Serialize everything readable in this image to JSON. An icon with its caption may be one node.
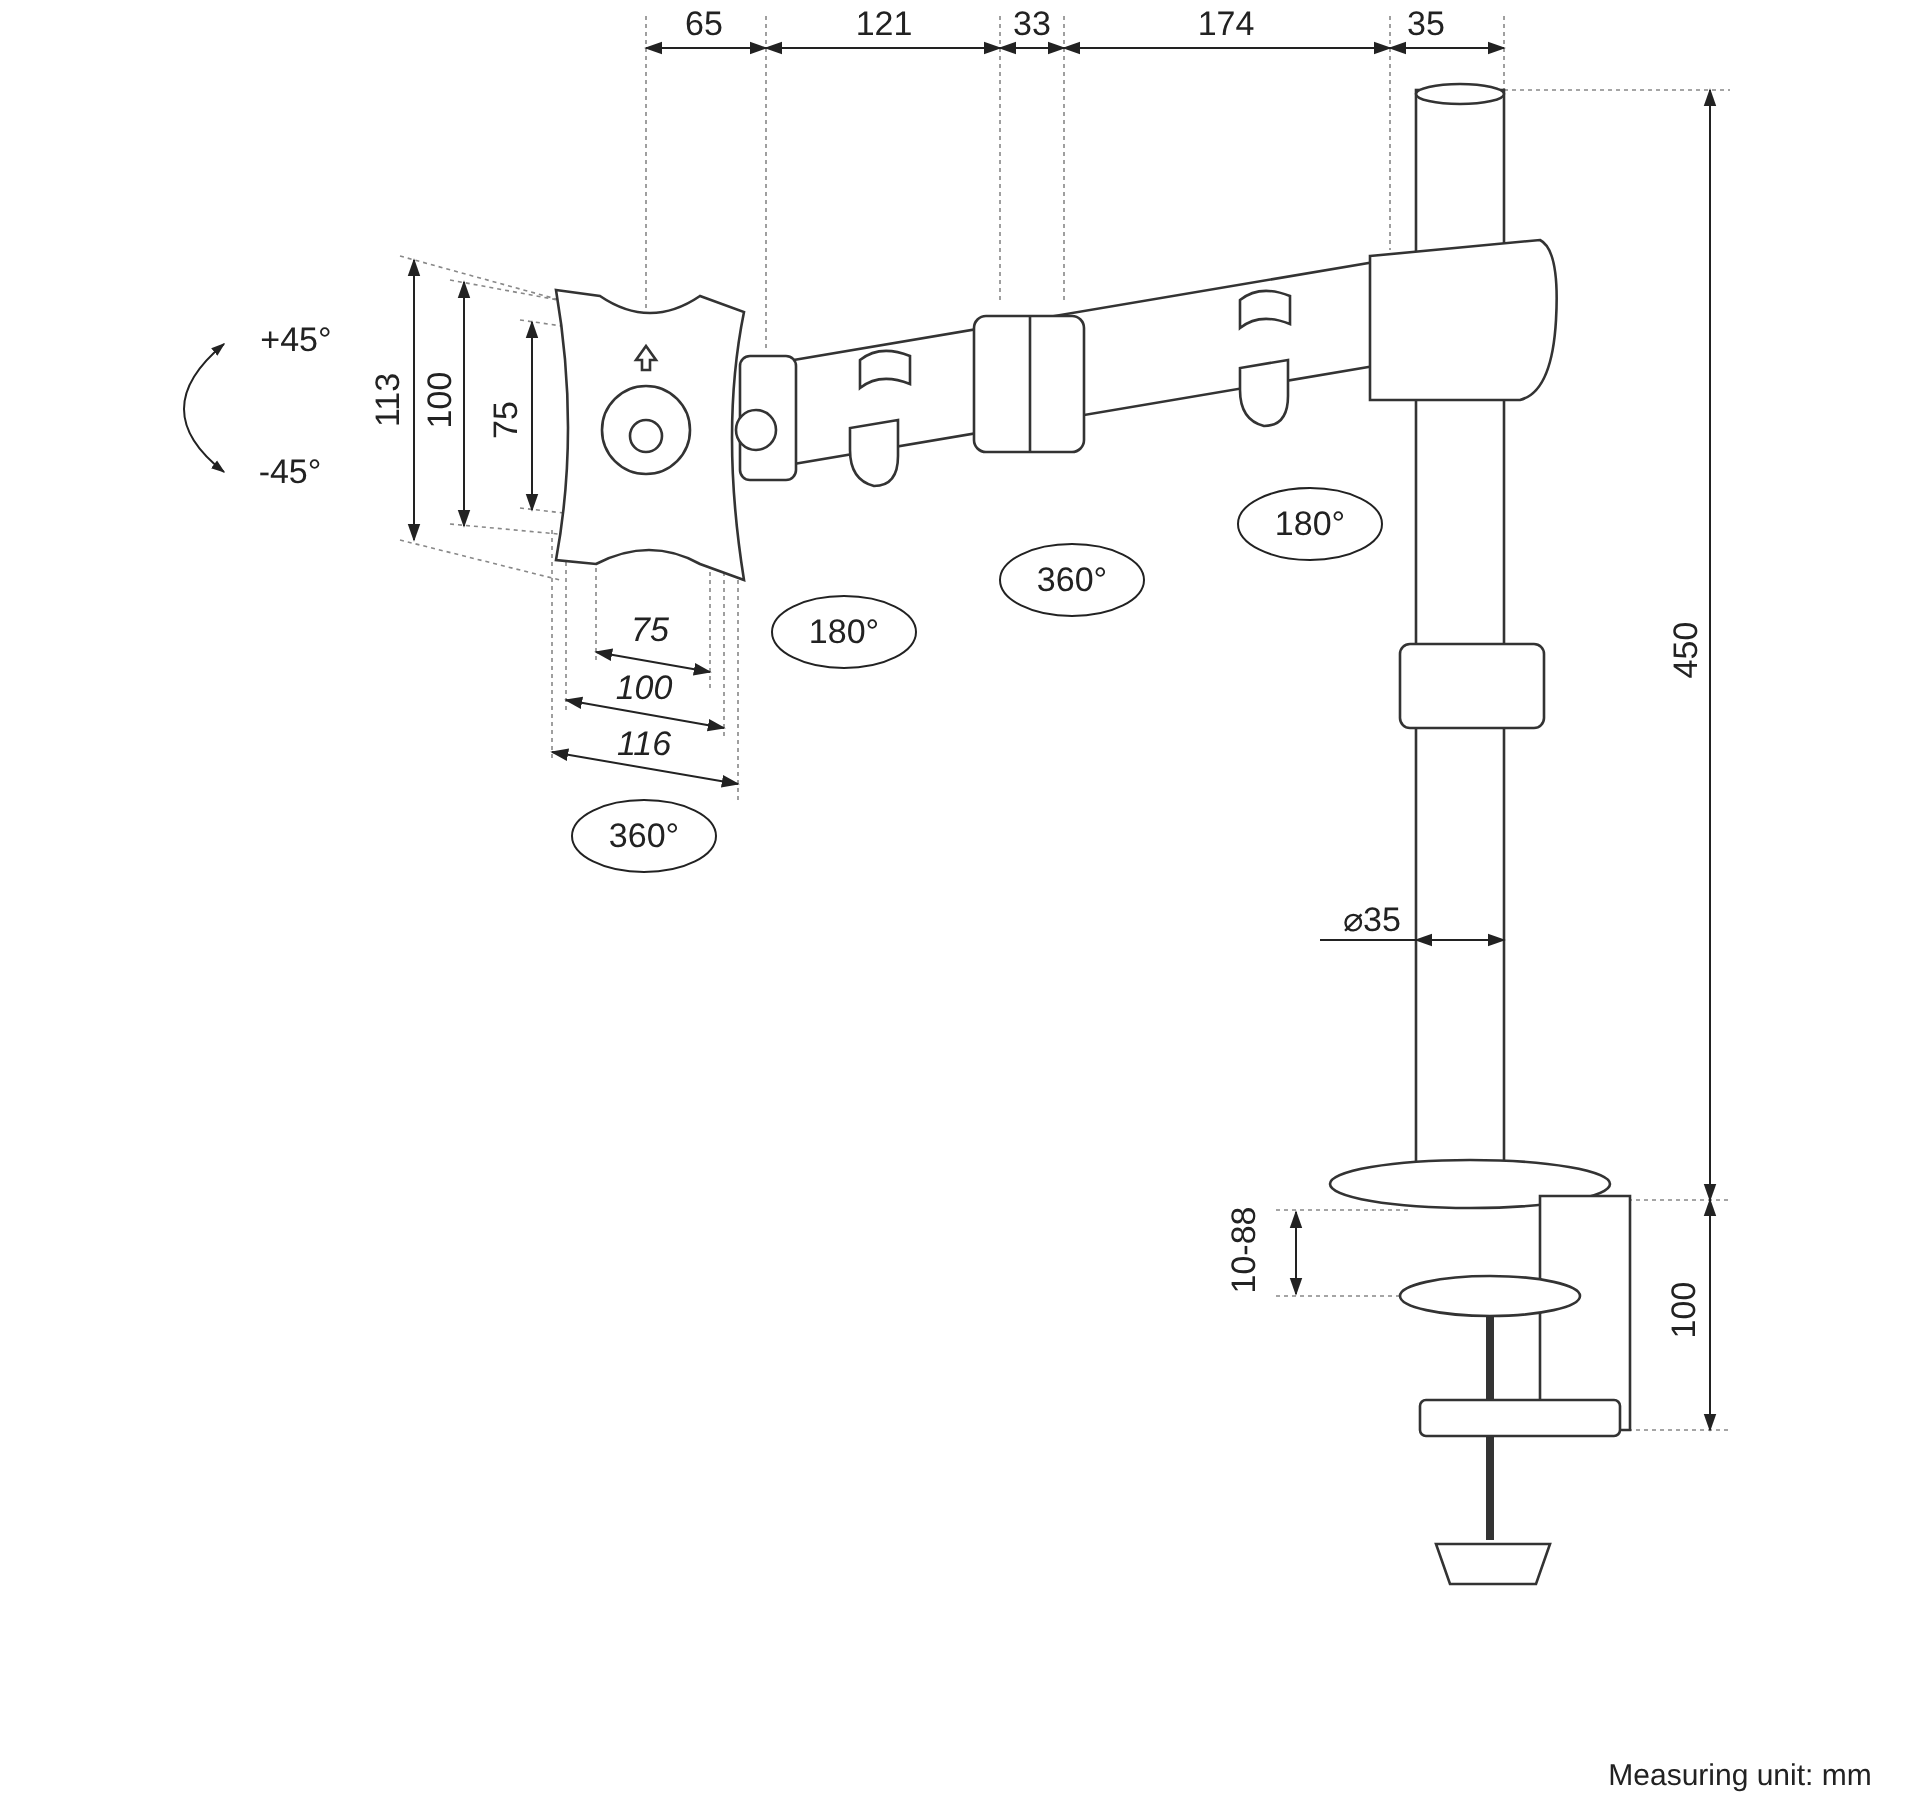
{
  "diagram": {
    "labels": [
      "65",
      "121",
      "33",
      "174",
      "35",
      "+45°",
      "-45°",
      "113",
      "100",
      "75",
      "180°",
      "360°",
      "75",
      "180°",
      "100",
      "116",
      "450",
      "360°",
      "⌀35",
      "10-88",
      "100",
      "Measuring unit: mm"
    ]
  }
}
